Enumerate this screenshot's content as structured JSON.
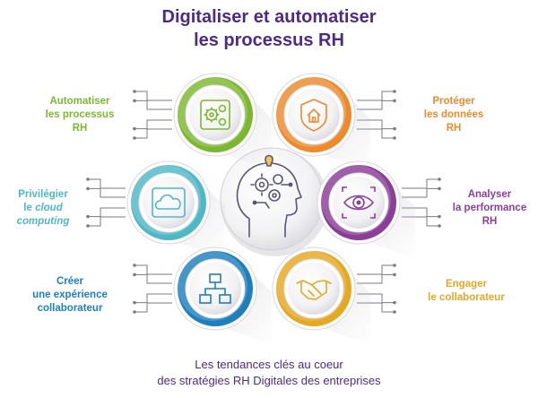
{
  "title": {
    "line1": "Digitaliser et automatiser",
    "line2": "les processus RH"
  },
  "colors": {
    "title": "#4e2a84",
    "green": "#7cb82f",
    "orange": "#ec8a2c",
    "teal": "#4fb8c6",
    "purple": "#8b3e97",
    "blue": "#1d7fbd",
    "gold": "#e5a823"
  },
  "center": {
    "icon": "ai-brain-head-icon"
  },
  "items": [
    {
      "key": "automatiser",
      "color": "#7cb82f",
      "icon": "gears-icon",
      "lines": [
        "Automatiser",
        "les processus",
        "RH"
      ]
    },
    {
      "key": "proteger",
      "color": "#ec8a2c",
      "icon": "shield-house-icon",
      "lines": [
        "Protéger",
        "les données",
        "RH"
      ]
    },
    {
      "key": "cloud",
      "color": "#4fb8c6",
      "icon": "cloud-icon",
      "lines": [
        "Privilégier",
        "le",
        "cloud",
        "computing"
      ]
    },
    {
      "key": "analyser",
      "color": "#8b3e97",
      "icon": "eye-icon",
      "lines": [
        "Analyser",
        "la performance",
        "RH"
      ]
    },
    {
      "key": "experience",
      "color": "#1d7fbd",
      "icon": "org-chart-icon",
      "lines": [
        "Créer",
        "une expérience",
        "collaborateur"
      ]
    },
    {
      "key": "engager",
      "color": "#e5a823",
      "icon": "handshake-icon",
      "lines": [
        "Engager",
        "le collaborateur"
      ]
    }
  ],
  "footer": {
    "line1": "Les tendances clés au coeur",
    "line2": "des stratégies RH Digitales des entreprises"
  }
}
